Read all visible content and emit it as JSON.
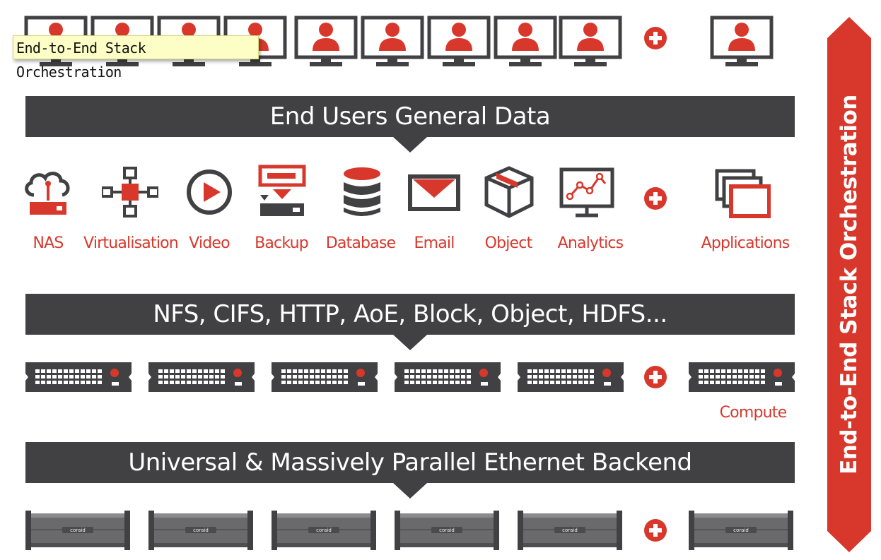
{
  "colors": {
    "accent": "#d8382c",
    "dark": "#414143",
    "tooltip_bg": "#fdfdc6"
  },
  "tooltip": {
    "text": "End-to-End Stack Orchestration"
  },
  "banners": {
    "users": "End Users General Data",
    "protocols": "NFS, CIFS, HTTP, AoE, Block, Object, HDFS...",
    "backend": "Universal & Massively Parallel Ethernet Backend"
  },
  "apps": [
    {
      "label": "NAS",
      "icon": "cloud-nas-icon"
    },
    {
      "label": "Virtualisation",
      "icon": "virtualisation-icon"
    },
    {
      "label": "Video",
      "icon": "video-play-icon"
    },
    {
      "label": "Backup",
      "icon": "backup-icon"
    },
    {
      "label": "Database",
      "icon": "database-icon"
    },
    {
      "label": "Email",
      "icon": "email-icon"
    },
    {
      "label": "Object",
      "icon": "object-box-icon"
    },
    {
      "label": "Analytics",
      "icon": "analytics-icon"
    },
    {
      "label": "Applications",
      "icon": "applications-windows-icon"
    }
  ],
  "compute_label": "Compute",
  "orchestration_label": "End-to-End Stack Orchestration",
  "storage_brand": "coraid"
}
